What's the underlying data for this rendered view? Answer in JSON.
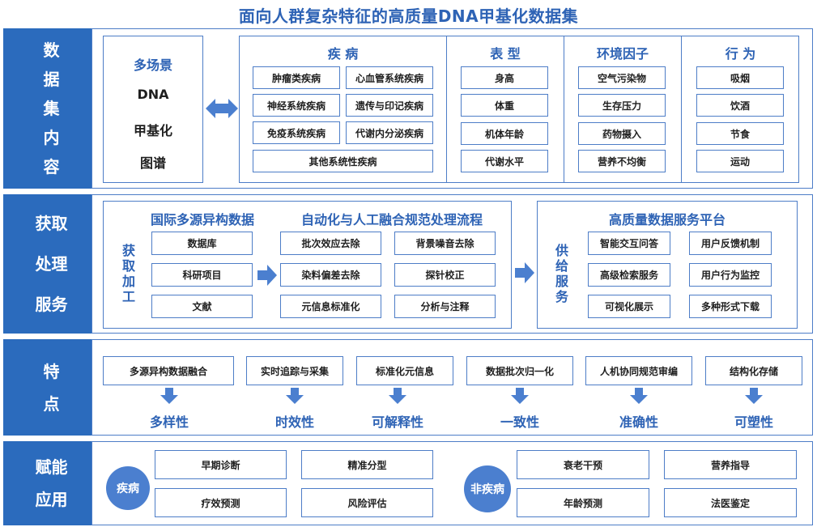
{
  "title": "面向人群复杂特征的高质量DNA甲基化数据集",
  "colors": {
    "primary": "#2b6bbd",
    "border": "#4d7dc7",
    "accent_text": "#2e63b5",
    "circle": "#4b7fcf"
  },
  "sections": {
    "content": {
      "sidebar": [
        "数",
        "据",
        "集",
        "内",
        "容"
      ]
    },
    "processing": {
      "sidebar": [
        "获取",
        "处理",
        "服务"
      ]
    },
    "features": {
      "sidebar": [
        "特",
        "点"
      ]
    },
    "application": {
      "sidebar": [
        "赋能",
        "应用"
      ]
    }
  },
  "content": {
    "map": {
      "line1": "多场景",
      "line2": "DNA",
      "line3": "甲基化",
      "line4": "图谱"
    },
    "disease": {
      "header": "疾 病",
      "items": [
        "肿瘤类疾病",
        "心血管系统疾病",
        "神经系统疾病",
        "遗传与印记疾病",
        "免疫系统疾病",
        "代谢内分泌疾病"
      ],
      "other": "其他系统性疾病"
    },
    "phenotype": {
      "header": "表 型",
      "items": [
        "身高",
        "体重",
        "机体年龄",
        "代谢水平"
      ]
    },
    "environment": {
      "header": "环境因子",
      "items": [
        "空气污染物",
        "生存压力",
        "药物摄入",
        "营养不均衡"
      ]
    },
    "behavior": {
      "header": "行 为",
      "items": [
        "吸烟",
        "饮酒",
        "节食",
        "运动"
      ]
    }
  },
  "processing": {
    "sources": {
      "header": "国际多源异构数据",
      "items": [
        "数据库",
        "科研项目",
        "文献"
      ]
    },
    "acquire_label": [
      "获",
      "取",
      "加",
      "工"
    ],
    "workflow": {
      "header": "自动化与人工融合规范处理流程",
      "items": [
        "批次效应去除",
        "背景噪音去除",
        "染料偏差去除",
        "探针校正",
        "元信息标准化",
        "分析与注释"
      ]
    },
    "supply_label": [
      "供",
      "给",
      "服",
      "务"
    ],
    "platform": {
      "header": "高质量数据服务平台",
      "items": [
        "智能交互问答",
        "用户反馈机制",
        "高级检索服务",
        "用户行为监控",
        "可视化展示",
        "多种形式下载"
      ]
    }
  },
  "features": {
    "items": [
      {
        "box": "多源异构数据融合",
        "label": "多样性"
      },
      {
        "box": "实时追踪与采集",
        "label": "时效性"
      },
      {
        "box": "标准化元信息",
        "label": "可解释性"
      },
      {
        "box": "数据批次归一化",
        "label": "一致性"
      },
      {
        "box": "人机协同规范审编",
        "label": "准确性"
      },
      {
        "box": "结构化存储",
        "label": "可塑性"
      }
    ]
  },
  "application": {
    "disease": {
      "circle": "疾病",
      "items": [
        "早期诊断",
        "精准分型",
        "疗效预测",
        "风险评估"
      ]
    },
    "non_disease": {
      "circle": "非疾病",
      "items": [
        "衰老干预",
        "营养指导",
        "年龄预测",
        "法医鉴定"
      ]
    }
  }
}
